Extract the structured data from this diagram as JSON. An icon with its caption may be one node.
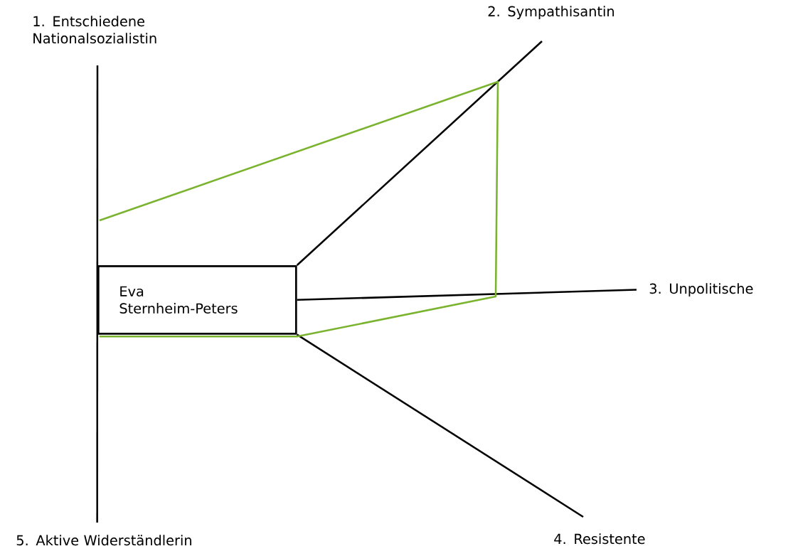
{
  "diagram": {
    "nodes": [
      {
        "text": [
          "1. Entschiedene Nationalsozialistin"
        ]
      },
      {
        "text": [
          "2. Sympathisantin"
        ]
      },
      {
        "text": [
          "Eva Sternheim-Peters"
        ]
      },
      {
        "text": [
          "3. Unpolitische"
        ]
      },
      {
        "text": [
          "4. Resistente"
        ]
      },
      {
        "text": [
          "5. Aktive Widerständlerin"
        ]
      }
    ],
    "edges": [
      {
        "from": 0,
        "to": 5,
        "arrow": "none"
      },
      {
        "from": 2,
        "to": 1,
        "arrow": "none"
      },
      {
        "from": 2,
        "to": 3,
        "arrow": "none"
      },
      {
        "from": 2,
        "to": 4,
        "arrow": "none"
      },
      {
        "from": null,
        "to": 2,
        "arrow": "none",
        "color": "#7ab32e"
      }
    ]
  }
}
